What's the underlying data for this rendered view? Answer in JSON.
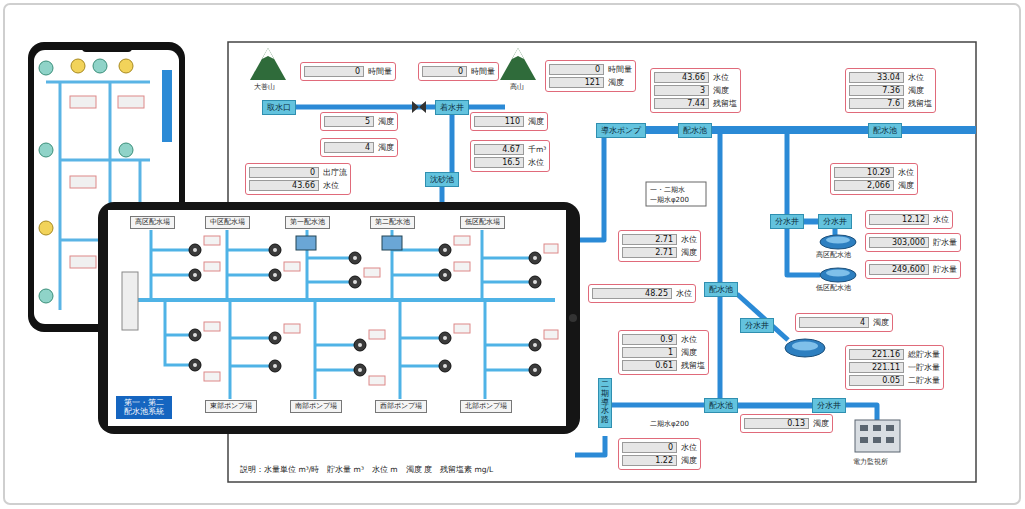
{
  "diagram": {
    "nodes": [
      {
        "text": [
          "0",
          "時間量"
        ]
      },
      {
        "text": [
          "0",
          "時間量"
        ]
      },
      {
        "text": [
          "0",
          "時間量",
          "121",
          "濁度"
        ]
      },
      {
        "text": [
          "43.66",
          "水位",
          "3",
          "濁度",
          "7.44",
          "残留塩"
        ]
      },
      {
        "text": [
          "33.04",
          "水位",
          "7.36",
          "濁度",
          "7.6",
          "残留塩"
        ]
      },
      {
        "text": [
          "取水口"
        ]
      },
      {
        "text": [
          "5",
          "濁度"
        ]
      },
      {
        "text": [
          "着水井"
        ]
      },
      {
        "text": [
          "110",
          "濁度"
        ]
      },
      {
        "text": [
          "導水ポンプ"
        ]
      },
      {
        "text": [
          "配水池"
        ]
      },
      {
        "text": [
          "配水池"
        ]
      },
      {
        "text": [
          "4.67",
          "千m³",
          "16.5",
          "水位"
        ]
      },
      {
        "text": [
          "4",
          "濁度"
        ]
      },
      {
        "text": [
          "0",
          "出庁流",
          "43.66",
          "水位"
        ]
      },
      {
        "text": [
          "沈砂池"
        ]
      },
      {
        "text": [
          "10.29",
          "水位",
          "2,066",
          "濁度"
        ]
      },
      {
        "text": [
          "分水井"
        ]
      },
      {
        "text": [
          "分水井"
        ]
      },
      {
        "text": [
          "12.12",
          "水位"
        ]
      },
      {
        "text": [
          "303,000",
          "貯水量"
        ]
      },
      {
        "text": [
          "249,600",
          "貯水量"
        ]
      },
      {
        "text": [
          "2.71",
          "水位",
          "2.71",
          "濁度"
        ]
      },
      {
        "text": [
          "48.25",
          "水位"
        ]
      },
      {
        "text": [
          "配水池"
        ]
      },
      {
        "text": [
          "0.9",
          "水位",
          "1",
          "濁度",
          "0.61",
          "残留塩"
        ]
      },
      {
        "text": [
          "分水井"
        ]
      },
      {
        "text": [
          "4",
          "濁度"
        ]
      },
      {
        "text": [
          "221.16",
          "総貯水量",
          "221.11",
          "一貯水量",
          "0.05",
          "二貯水量"
        ]
      },
      {
        "text": [
          "二期導水路"
        ]
      },
      {
        "text": [
          "配水池"
        ]
      },
      {
        "text": [
          "分水井"
        ]
      },
      {
        "text": [
          "0.13",
          "濁度"
        ]
      },
      {
        "text": [
          "0",
          "水位",
          "1.22",
          "濁度"
        ]
      },
      {
        "text": [
          "高区配水場"
        ]
      },
      {
        "text": [
          "中区配水場"
        ]
      },
      {
        "text": [
          "第一配水池"
        ]
      },
      {
        "text": [
          "第二配水池"
        ]
      },
      {
        "text": [
          "低区配水場"
        ]
      },
      {
        "text": [
          "東部ポンプ場"
        ]
      },
      {
        "text": [
          "南部ポンプ場"
        ]
      },
      {
        "text": [
          "西部ポンプ場"
        ]
      },
      {
        "text": [
          "北部ポンプ場"
        ]
      },
      {
        "text": [
          "第一・第二 配水池系統"
        ]
      }
    ],
    "edges": [
      {
        "from": 10,
        "to": 11,
        "arrow": "none"
      },
      {
        "from": 17,
        "to": 18,
        "arrow": "none"
      },
      {
        "from": 30,
        "to": 31,
        "arrow": "none"
      }
    ],
    "labels": [
      "大菩山",
      "高山",
      "一・二期水",
      "一期水φ200",
      "高区配水池",
      "低区配水池",
      "二期水φ200",
      "電力監視所",
      "説明：水量単位 m³/時　貯水量 m³　水位 m　濁度 度　残留塩素 mg/L"
    ]
  }
}
